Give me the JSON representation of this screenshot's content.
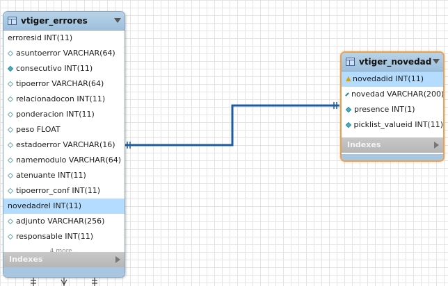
{
  "tables": {
    "errores": {
      "title": "vtiger_errores",
      "columns": [
        {
          "label": "erroresid INT(11)",
          "icon": "none",
          "selected": false
        },
        {
          "label": "asuntoerror VARCHAR(64)",
          "icon": "nullable",
          "selected": false
        },
        {
          "label": "consecutivo INT(11)",
          "icon": "notnull",
          "selected": false
        },
        {
          "label": "tipoerror VARCHAR(64)",
          "icon": "nullable",
          "selected": false
        },
        {
          "label": "relacionadocon INT(11)",
          "icon": "nullable",
          "selected": false
        },
        {
          "label": "ponderacion INT(11)",
          "icon": "nullable",
          "selected": false
        },
        {
          "label": "peso FLOAT",
          "icon": "nullable",
          "selected": false
        },
        {
          "label": "estadoerror VARCHAR(16)",
          "icon": "nullable",
          "selected": false
        },
        {
          "label": "namemodulo VARCHAR(64)",
          "icon": "nullable",
          "selected": false
        },
        {
          "label": "atenuante INT(11)",
          "icon": "nullable",
          "selected": false
        },
        {
          "label": "tipoerror_conf INT(11)",
          "icon": "nullable",
          "selected": false
        },
        {
          "label": "novedadrel INT(11)",
          "icon": "none",
          "selected": true
        },
        {
          "label": "adjunto VARCHAR(256)",
          "icon": "nullable",
          "selected": false
        },
        {
          "label": "responsable INT(11)",
          "icon": "nullable",
          "selected": false
        }
      ],
      "more_label": "4 more...",
      "indexes_label": "Indexes"
    },
    "novedad": {
      "title": "vtiger_novedad",
      "columns": [
        {
          "label": "novedadid INT(11)",
          "icon": "pk",
          "selected": true
        },
        {
          "label": "novedad VARCHAR(200)",
          "icon": "notnull",
          "selected": false
        },
        {
          "label": "presence INT(1)",
          "icon": "notnull",
          "selected": false
        },
        {
          "label": "picklist_valueid INT(11)",
          "icon": "notnull",
          "selected": false
        }
      ],
      "indexes_label": "Indexes"
    }
  },
  "relationship": {
    "color": "#1d5b9e",
    "from_table": "vtiger_errores",
    "from_column": "novedadrel INT(11)",
    "to_table": "vtiger_novedad",
    "to_column": "novedadid INT(11)"
  },
  "colors": {
    "header": "#a9c8e2",
    "selected_row": "#b4dcff",
    "focus_border": "#e2a257"
  }
}
